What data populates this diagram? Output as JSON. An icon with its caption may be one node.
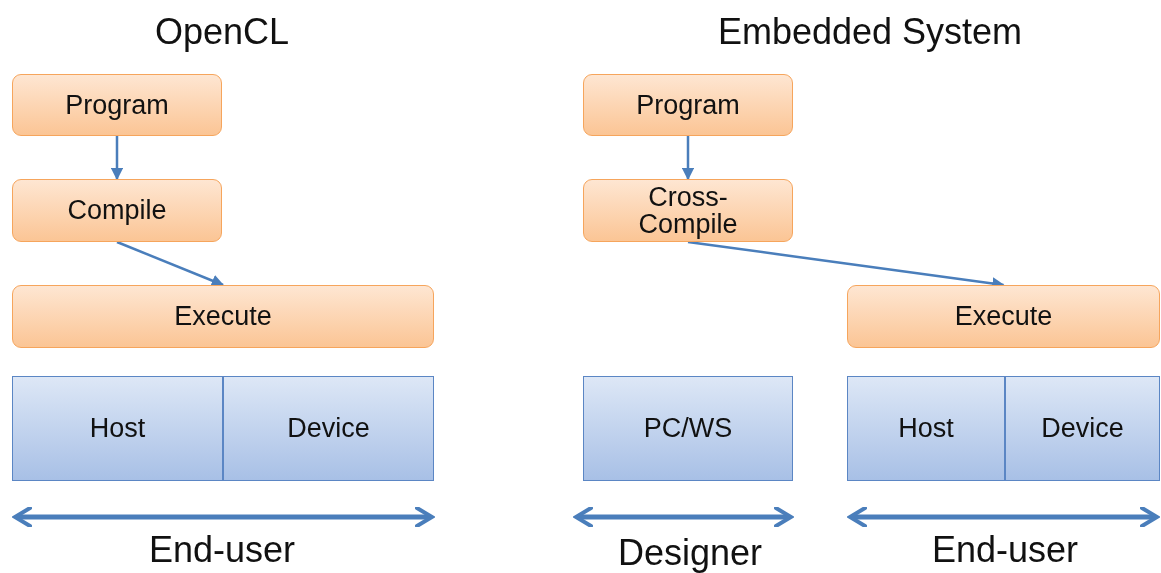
{
  "diagram": {
    "nodes": [
      {
        "text": [
          "Program"
        ]
      },
      {
        "text": [
          "Compile"
        ]
      },
      {
        "text": [
          "Execute"
        ]
      },
      {
        "text": [
          "Host"
        ]
      },
      {
        "text": [
          "Device"
        ]
      },
      {
        "text": [
          "Program"
        ]
      },
      {
        "text": [
          "Cross-Compile"
        ]
      },
      {
        "text": [
          "Execute"
        ]
      },
      {
        "text": [
          "PC/WS"
        ]
      },
      {
        "text": [
          "Host"
        ]
      },
      {
        "text": [
          "Device"
        ]
      }
    ],
    "edges": [
      {
        "from": 0,
        "to": 1,
        "arrow": "to"
      },
      {
        "from": 1,
        "to": 2,
        "arrow": "to"
      },
      {
        "from": 5,
        "to": 6,
        "arrow": "to"
      },
      {
        "from": 6,
        "to": 7,
        "arrow": "to"
      }
    ],
    "labels": [
      "OpenCL",
      "Embedded System",
      "End-user",
      "Designer",
      "End-user"
    ]
  }
}
